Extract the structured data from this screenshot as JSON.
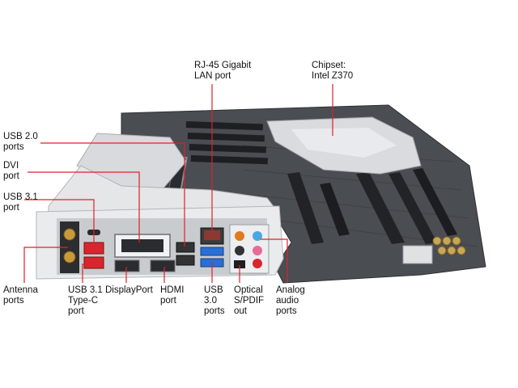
{
  "labels": {
    "rj45": "RJ-45 Gigabit\nLAN port",
    "chipset": "Chipset:\nIntel Z370",
    "usb20": "USB 2.0\nports",
    "dvi": "DVI\nport",
    "usb31": "USB 3.1\nport",
    "antenna": "Antenna\nports",
    "usb31c": "USB 3.1\nType-C\nport",
    "displayport": "DisplayPort",
    "hdmi": "HDMI\nport",
    "usb30": "USB\n3.0\nports",
    "optical": "Optical\nS/PDIF\nout",
    "analog": "Analog\naudio\nports"
  },
  "colors": {
    "leader": "#e0202a",
    "pcb": "#4a4d52",
    "heatsink": "#d9dbde",
    "io_shield": "#e9ebed",
    "usb30_blue": "#2a6fd6",
    "usb31_red": "#d8262e",
    "audio_orange": "#e07a1c",
    "audio_blue": "#4aa8e0",
    "audio_pink": "#e86a9a"
  }
}
